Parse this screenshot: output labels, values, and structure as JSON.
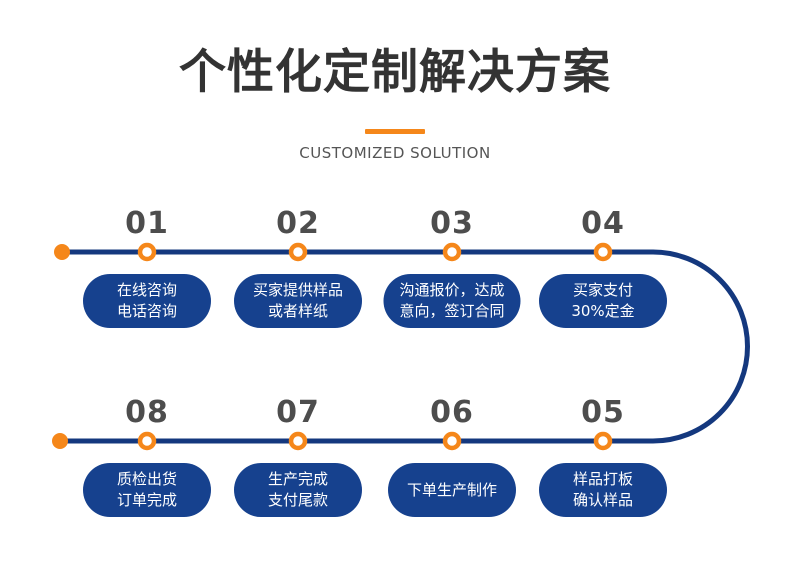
{
  "header": {
    "title": "个性化定制解决方案",
    "subtitle": "CUSTOMIZED SOLUTION"
  },
  "steps": [
    {
      "number": "01",
      "lines": [
        "在线咨询",
        "电话咨询"
      ]
    },
    {
      "number": "02",
      "lines": [
        "买家提供样品",
        "或者样纸"
      ]
    },
    {
      "number": "03",
      "lines": [
        "沟通报价，达成",
        "意向，签订合同"
      ]
    },
    {
      "number": "04",
      "lines": [
        "买家支付",
        "30%定金"
      ]
    },
    {
      "number": "05",
      "lines": [
        "样品打板",
        "确认样品"
      ]
    },
    {
      "number": "06",
      "lines": [
        "下单生产制作"
      ]
    },
    {
      "number": "07",
      "lines": [
        "生产完成",
        "支付尾款"
      ]
    },
    {
      "number": "08",
      "lines": [
        "质检出货",
        "订单完成"
      ]
    }
  ],
  "flow_order": {
    "top_row_left_to_right": [
      "01",
      "02",
      "03",
      "04"
    ],
    "bottom_row_left_to_right": [
      "08",
      "07",
      "06",
      "05"
    ]
  },
  "colors": {
    "accent_orange": "#F5871A",
    "line_blue": "#14387E",
    "box_blue": "#16418E",
    "title_gray": "#333333",
    "subtitle_gray": "#555555",
    "number_gray": "#4D4D4D"
  }
}
